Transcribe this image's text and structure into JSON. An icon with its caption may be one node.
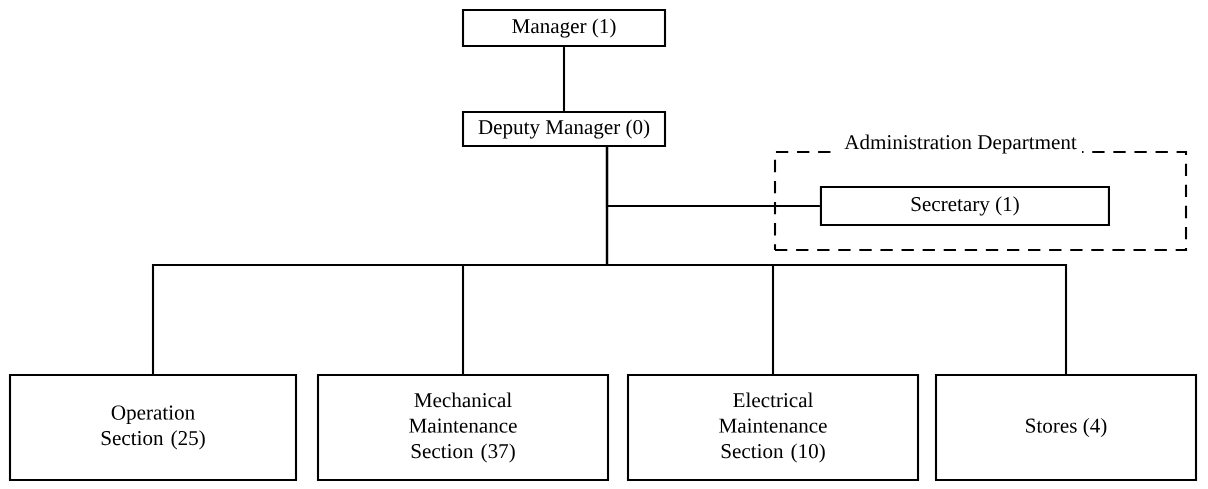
{
  "diagram": {
    "nodes": [
      {
        "text": [
          "Manager (1)"
        ]
      },
      {
        "text": [
          "Deputy Manager (0)"
        ]
      },
      {
        "text": [
          "Administration Department"
        ]
      },
      {
        "text": [
          "Secretary (1)"
        ],
        "in": 2
      },
      {
        "text": [
          "Operation Section (25)"
        ]
      },
      {
        "text": [
          "Mechanical Maintenance Section (37)"
        ]
      },
      {
        "text": [
          "Electrical Maintenance Section (10)"
        ]
      },
      {
        "text": [
          "Stores (4)"
        ]
      }
    ],
    "edges": [
      {
        "from": 0,
        "to": 1,
        "arrow": "none"
      },
      {
        "from": 1,
        "to": 3,
        "arrow": "none"
      },
      {
        "from": 1,
        "to": 4,
        "arrow": "none"
      },
      {
        "from": 1,
        "to": 5,
        "arrow": "none"
      },
      {
        "from": 1,
        "to": 6,
        "arrow": "none"
      },
      {
        "from": 1,
        "to": 7,
        "arrow": "none"
      }
    ]
  }
}
